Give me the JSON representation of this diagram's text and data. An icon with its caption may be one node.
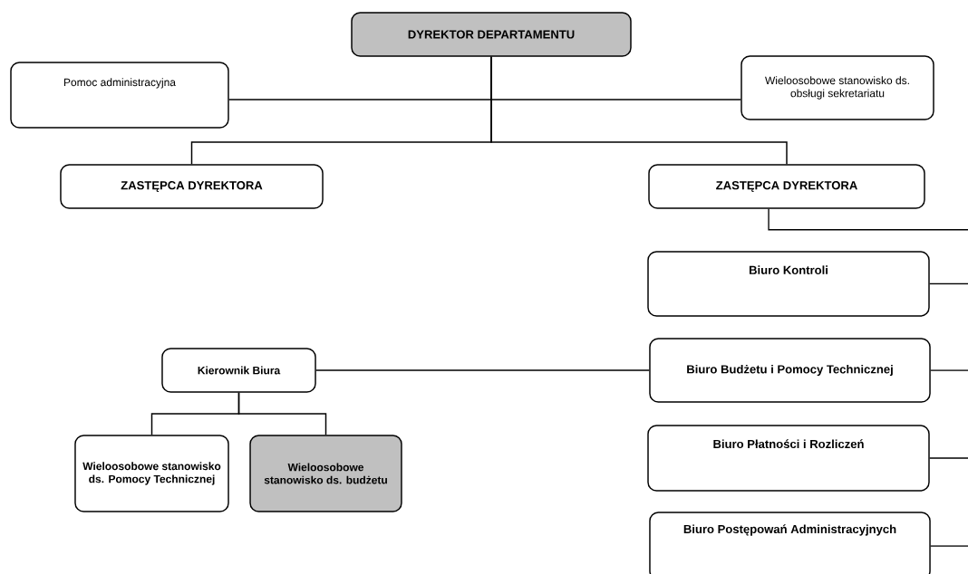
{
  "diagram": {
    "nodes": [
      {
        "text": [
          "DYREKTOR DEPARTAMENTU"
        ]
      },
      {
        "text": [
          "Pomoc administracyjna"
        ]
      },
      {
        "text": [
          "Wieloosobowe stanowisko ds. obsługi sekretariatu"
        ]
      },
      {
        "text": [
          "ZASTĘPCA DYREKTORA"
        ]
      },
      {
        "text": [
          "ZASTĘPCA DYREKTORA"
        ]
      },
      {
        "text": [
          "Biuro Kontroli"
        ]
      },
      {
        "text": [
          "Biuro Budżetu i Pomocy Technicznej"
        ]
      },
      {
        "text": [
          "Kierownik Biura"
        ]
      },
      {
        "text": [
          "Wieloosobowe stanowisko ds. Pomocy Technicznej"
        ]
      },
      {
        "text": [
          "Wieloosobowe stanowisko ds. budżetu"
        ]
      },
      {
        "text": [
          "Biuro Płatności i Rozliczeń"
        ]
      },
      {
        "text": [
          "Biuro Postępowań Administracyjnych"
        ]
      }
    ],
    "edges": [
      {
        "from": 0,
        "to": 1,
        "arrow": "none"
      },
      {
        "from": 0,
        "to": 2,
        "arrow": "none"
      },
      {
        "from": 0,
        "to": 3,
        "arrow": "none"
      },
      {
        "from": 0,
        "to": 4,
        "arrow": "none"
      },
      {
        "from": 4,
        "to": null,
        "arrow": "none"
      },
      {
        "from": 5,
        "to": null,
        "arrow": "none"
      },
      {
        "from": 6,
        "to": null,
        "arrow": "none"
      },
      {
        "from": 10,
        "to": null,
        "arrow": "none"
      },
      {
        "from": 11,
        "to": null,
        "arrow": "none"
      },
      {
        "from": 6,
        "to": 7,
        "arrow": "none"
      },
      {
        "from": 7,
        "to": 8,
        "arrow": "none"
      },
      {
        "from": 7,
        "to": 9,
        "arrow": "none"
      }
    ]
  }
}
